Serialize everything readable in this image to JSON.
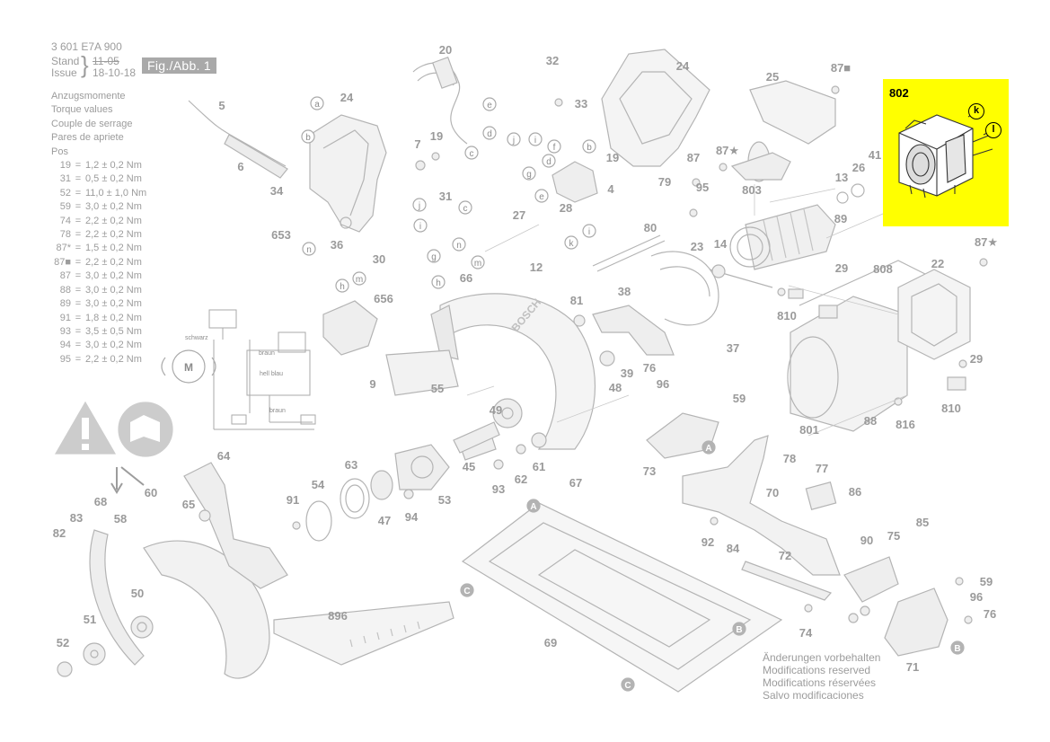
{
  "header": {
    "part_number": "3 601 E7A 900",
    "stand_label": "Stand",
    "issue_label": "Issue",
    "stand_value": "11-05",
    "issue_value": "18-10-18",
    "figure_label": "Fig./Abb. 1"
  },
  "torque": {
    "titles": [
      "Anzugsmomente",
      "Torque values",
      "Couple de serrage",
      "Pares de apriete",
      "Pos"
    ],
    "rows": [
      {
        "pos": "19",
        "eq": "=",
        "val": "1,2 ± 0,2 Nm"
      },
      {
        "pos": "31",
        "eq": "=",
        "val": "0,5 ± 0,2 Nm"
      },
      {
        "pos": "52",
        "eq": "=",
        "val": "11,0 ± 1,0 Nm"
      },
      {
        "pos": "59",
        "eq": "=",
        "val": "3,0 ± 0,2 Nm"
      },
      {
        "pos": "74",
        "eq": "=",
        "val": "2,2 ± 0,2 Nm"
      },
      {
        "pos": "78",
        "eq": "=",
        "val": "2,2 ± 0,2 Nm"
      },
      {
        "pos": "87*",
        "eq": "=",
        "val": "1,5 ± 0,2 Nm"
      },
      {
        "pos": "87■",
        "eq": "=",
        "val": "2,2 ± 0,2 Nm"
      },
      {
        "pos": "87",
        "eq": "=",
        "val": "3,0 ± 0,2 Nm"
      },
      {
        "pos": "88",
        "eq": "=",
        "val": "3,0 ± 0,2 Nm"
      },
      {
        "pos": "89",
        "eq": "=",
        "val": "3,0 ± 0,2 Nm"
      },
      {
        "pos": "91",
        "eq": "=",
        "val": "1,8 ± 0,2 Nm"
      },
      {
        "pos": "93",
        "eq": "=",
        "val": "3,5 ± 0,5 Nm"
      },
      {
        "pos": "94",
        "eq": "=",
        "val": "3,0 ± 0,2 Nm"
      },
      {
        "pos": "95",
        "eq": "=",
        "val": "2,2 ± 0,2 Nm"
      }
    ]
  },
  "wiring": {
    "schwarz": "schwarz",
    "braun1": "braun",
    "hell_blau": "hell blau",
    "braun2": "braun",
    "motor": "M"
  },
  "note": {
    "lines": [
      "Änderungen vorbehalten",
      "Modifications reserved",
      "Modifications réservées",
      "Salvo modificaciones"
    ]
  },
  "highlight": {
    "part": "802",
    "letter_k": "k",
    "letter_l": "l",
    "color": "#ffff00"
  },
  "product_brand": "BOSCH",
  "part_labels": [
    {
      "t": "20"
    },
    {
      "t": "32"
    },
    {
      "t": "33"
    },
    {
      "t": "24"
    },
    {
      "t": "25"
    },
    {
      "t": "87■"
    },
    {
      "t": "5"
    },
    {
      "t": "24"
    },
    {
      "t": "6"
    },
    {
      "t": "34"
    },
    {
      "t": "653"
    },
    {
      "t": "7"
    },
    {
      "t": "19"
    },
    {
      "t": "31"
    },
    {
      "t": "36"
    },
    {
      "t": "30"
    },
    {
      "t": "656"
    },
    {
      "t": "66"
    },
    {
      "t": "9"
    },
    {
      "t": "55"
    },
    {
      "t": "49"
    },
    {
      "t": "45"
    },
    {
      "t": "62"
    },
    {
      "t": "61"
    },
    {
      "t": "93"
    },
    {
      "t": "67"
    },
    {
      "t": "27"
    },
    {
      "t": "28"
    },
    {
      "t": "19"
    },
    {
      "t": "4"
    },
    {
      "t": "87"
    },
    {
      "t": "87★"
    },
    {
      "t": "79"
    },
    {
      "t": "95"
    },
    {
      "t": "80"
    },
    {
      "t": "12"
    },
    {
      "t": "81"
    },
    {
      "t": "38"
    },
    {
      "t": "23"
    },
    {
      "t": "14"
    },
    {
      "t": "803"
    },
    {
      "t": "13"
    },
    {
      "t": "26"
    },
    {
      "t": "41"
    },
    {
      "t": "89"
    },
    {
      "t": "87★"
    },
    {
      "t": "22"
    },
    {
      "t": "808"
    },
    {
      "t": "29"
    },
    {
      "t": "810"
    },
    {
      "t": "29"
    },
    {
      "t": "810"
    },
    {
      "t": "816"
    },
    {
      "t": "801"
    },
    {
      "t": "88"
    },
    {
      "t": "37"
    },
    {
      "t": "39"
    },
    {
      "t": "48"
    },
    {
      "t": "76"
    },
    {
      "t": "96"
    },
    {
      "t": "59"
    },
    {
      "t": "73"
    },
    {
      "t": "78"
    },
    {
      "t": "77"
    },
    {
      "t": "70"
    },
    {
      "t": "86"
    },
    {
      "t": "92"
    },
    {
      "t": "84"
    },
    {
      "t": "72"
    },
    {
      "t": "90"
    },
    {
      "t": "75"
    },
    {
      "t": "85"
    },
    {
      "t": "59"
    },
    {
      "t": "96"
    },
    {
      "t": "76"
    },
    {
      "t": "74"
    },
    {
      "t": "71"
    },
    {
      "t": "69"
    },
    {
      "t": "896"
    },
    {
      "t": "64"
    },
    {
      "t": "65"
    },
    {
      "t": "63"
    },
    {
      "t": "54"
    },
    {
      "t": "91"
    },
    {
      "t": "47"
    },
    {
      "t": "94"
    },
    {
      "t": "53"
    },
    {
      "t": "68"
    },
    {
      "t": "60"
    },
    {
      "t": "83"
    },
    {
      "t": "58"
    },
    {
      "t": "82"
    },
    {
      "t": "50"
    },
    {
      "t": "51"
    },
    {
      "t": "52"
    }
  ],
  "letters": [
    "a",
    "b",
    "c",
    "d",
    "e",
    "f",
    "g",
    "h",
    "i",
    "j",
    "k",
    "l",
    "m",
    "n",
    "A",
    "B",
    "C"
  ]
}
